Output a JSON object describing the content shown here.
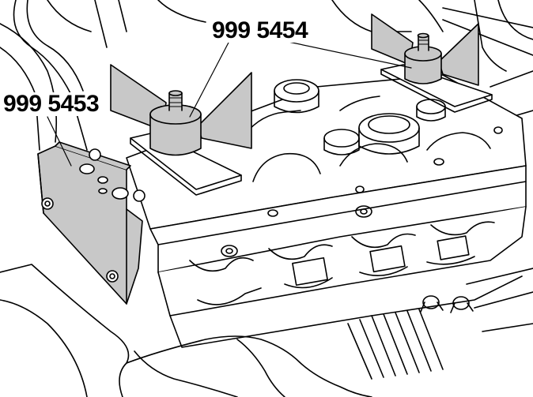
{
  "callouts": [
    {
      "id": "tool-5454",
      "text": "999 5454"
    },
    {
      "id": "tool-5453",
      "text": "999 5453"
    }
  ],
  "colors": {
    "line": "#000000",
    "tool_fill": "#c8c8c8",
    "background": "#ffffff"
  }
}
